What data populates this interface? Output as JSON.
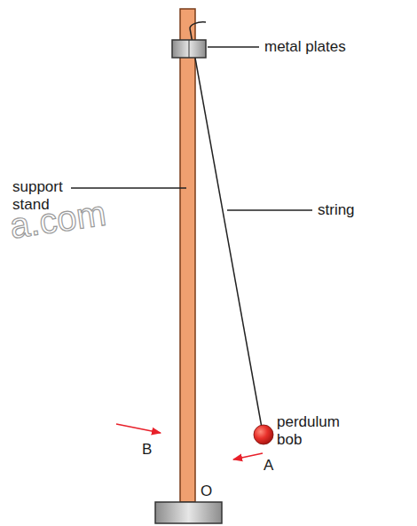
{
  "diagram": {
    "labels": [
      "metal plates",
      "support stand",
      "string",
      "perdulum bob",
      "B",
      "A",
      "O",
      "a.com"
    ]
  }
}
